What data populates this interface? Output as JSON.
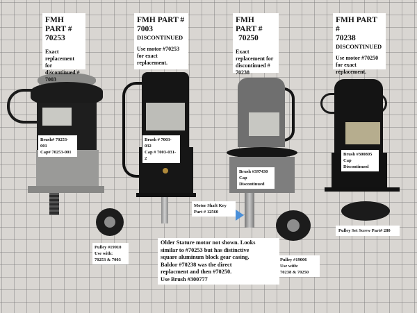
{
  "parts": [
    {
      "title": "FMH PART #",
      "number": "70253",
      "status": "",
      "description_lines": [
        "Exact",
        "replacement for",
        "discontinued #",
        "7003"
      ],
      "brush_label_lines": [
        "Brush# 70253-001",
        "Cap# 70253-001"
      ]
    },
    {
      "title": "FMH PART #",
      "number": "7003",
      "status": "DISCONTINUED",
      "description_lines": [
        "Use motor #70253",
        "for exact",
        "replacement."
      ],
      "brush_label_lines": [
        "Brush # 7003-032",
        "Cap # 7003-031-2"
      ]
    },
    {
      "title": "FMH PART #",
      "number": "70250",
      "status": "",
      "description_lines": [
        "Exact",
        "replacement for",
        "discontinued #",
        "70238"
      ],
      "brush_label_lines": [
        "Brush #397430",
        "Cap Discontinued"
      ]
    },
    {
      "title": "FMH PART #",
      "number": "70238",
      "status": "DISCONTINUED",
      "description_lines": [
        "Use motor #70250",
        "for exact",
        "replacement."
      ],
      "brush_label_lines": [
        "Brush #300805",
        "Cap Discontinued"
      ]
    }
  ],
  "shaft_key_label_lines": [
    "Motor Shaft Key",
    "Part # 12560"
  ],
  "pulley_left_lines": [
    "Pulley #19910",
    "Use with:",
    "70253 & 7003"
  ],
  "pulley_right_lines": [
    "Pulley #19006",
    "Use with:",
    "70238 & 70250"
  ],
  "pulley_set_screw_label": "Pulley Set Screw Part# 280",
  "older_motor_note_lines": [
    "Older Stature motor not shown.  Looks",
    "similar to #70253 but has distinctive",
    "square aluminum block gear casing.",
    "Baldor #70238 was the direct",
    "replacment and then #70250.",
    "Use Brush #300777"
  ],
  "colors": {
    "background": "#d9d6d2",
    "label_bg": "#ffffff",
    "motor_black": "#151515",
    "motor_gray": "#7d7d7d",
    "housing_silver": "#9c9c9c",
    "arrow_blue": "#4a8fd8"
  }
}
